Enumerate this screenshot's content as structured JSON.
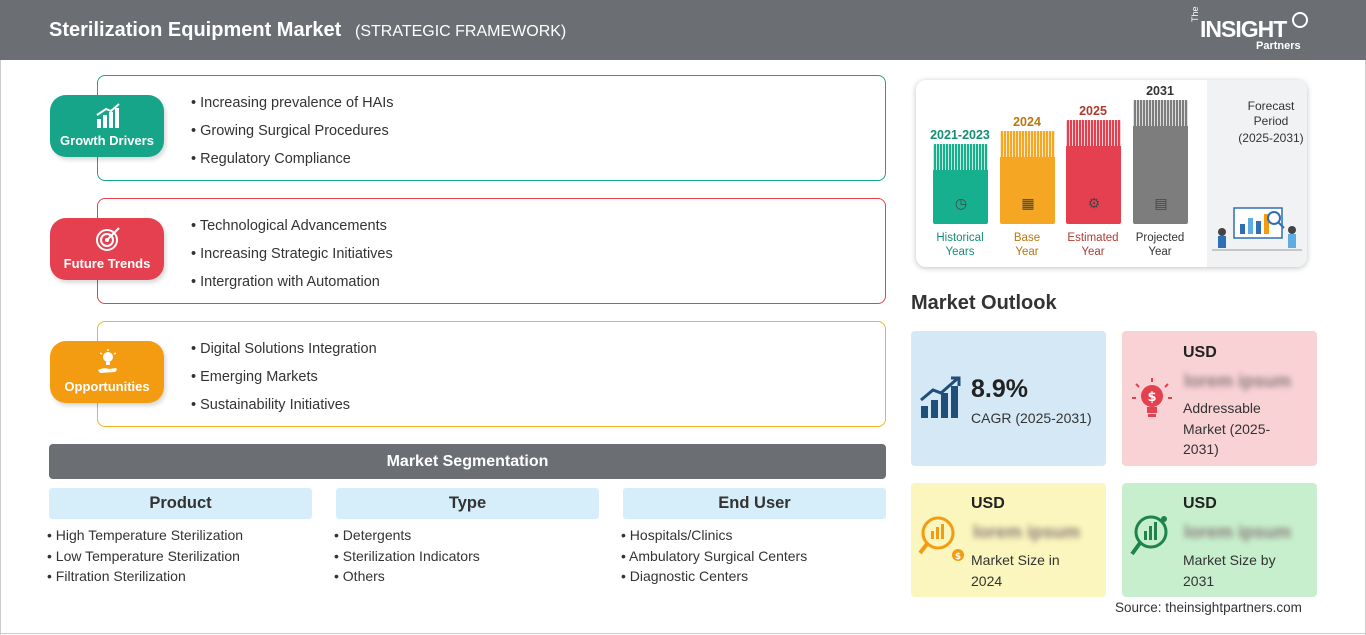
{
  "header": {
    "title": "Sterilization Equipment Market",
    "subtitle": "(STRATEGIC FRAMEWORK)",
    "logo": {
      "the": "The",
      "insight": "INSIGHT",
      "partners": "Partners"
    }
  },
  "framework": [
    {
      "label": "Growth Drivers",
      "color": "#17a589",
      "icon": "bar-chart-growth-icon",
      "items": [
        "Increasing prevalence of HAIs",
        "Growing Surgical Procedures",
        "Regulatory Compliance"
      ]
    },
    {
      "label": "Future Trends",
      "color": "#e5404f",
      "icon": "target-icon",
      "items": [
        "Technological Advancements",
        "Increasing Strategic Initiatives",
        "Intergration with Automation"
      ]
    },
    {
      "label": "Opportunities",
      "color": "#f39c12",
      "icon": "lightbulb-hand-icon",
      "items": [
        "Digital Solutions Integration",
        "Emerging Markets",
        "Sustainability Initiatives"
      ]
    }
  ],
  "segmentation": {
    "title": "Market Segmentation",
    "columns": [
      {
        "header": "Product",
        "items": [
          "High Temperature Sterilization",
          "Low Temperature Sterilization",
          "Filtration Sterilization"
        ]
      },
      {
        "header": "Type",
        "items": [
          "Detergents",
          "Sterilization Indicators",
          "Others"
        ]
      },
      {
        "header": "End User",
        "items": [
          "Hospitals/Clinics",
          "Ambulatory Surgical Centers",
          "Diagnostic Centers"
        ]
      }
    ]
  },
  "timeline": {
    "bars": [
      {
        "year": "2021-2023",
        "label_1": "Historical",
        "label_2": "Years",
        "color": "#17b08e",
        "text_color": "#148f75",
        "icon": "clock-history-icon"
      },
      {
        "year": "2024",
        "label_1": "Base",
        "label_2": "Year",
        "color": "#f5a623",
        "text_color": "#b9770e",
        "icon": "calendar-icon"
      },
      {
        "year": "2025",
        "label_1": "Estimated",
        "label_2": "Year",
        "color": "#e5404f",
        "text_color": "#b03a2e",
        "icon": "gears-chart-icon"
      },
      {
        "year": "2031",
        "label_1": "Projected",
        "label_2": "Year",
        "color": "#7d7d7d",
        "text_color": "#333333",
        "icon": "presentation-chart-icon"
      }
    ],
    "forecast": {
      "line1": "Forecast",
      "line2": "Period",
      "line3": "(2025-2031)"
    }
  },
  "outlook": {
    "title": "Market Outlook",
    "cagr": {
      "value": "8.9%",
      "label": "CAGR (2025-2031)",
      "color": "#d5e8f5",
      "icon": "rising-bar-chart-icon"
    },
    "addressable": {
      "usd": "USD",
      "hidden": "lorem ipsum",
      "label_1": "Addressable",
      "label_2": "Market (2025-",
      "label_3": "2031)",
      "color": "#f9d2d6",
      "icon": "lightbulb-dollar-icon"
    },
    "size_2024": {
      "usd": "USD",
      "hidden": "lorem ipsum",
      "label_1": "Market Size in",
      "label_2": "2024",
      "color": "#fbf6bd",
      "icon": "magnifier-dollar-icon"
    },
    "size_2031": {
      "usd": "USD",
      "hidden": "lorem ipsum",
      "label_1": "Market Size by",
      "label_2": "2031",
      "color": "#c7efcd",
      "icon": "magnifier-chart-icon"
    }
  },
  "source": "Source: theinsightpartners.com"
}
